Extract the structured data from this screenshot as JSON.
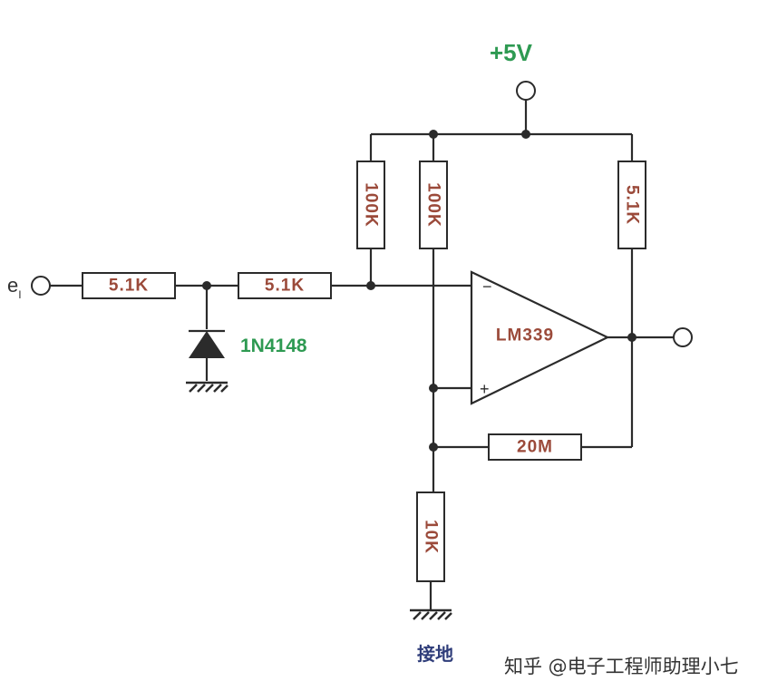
{
  "supply": {
    "label": "+5V"
  },
  "input": {
    "label": "e",
    "subscript": "I"
  },
  "resistors": {
    "r_in1": "5.1K",
    "r_in2": "5.1K",
    "r_pull1": "100K",
    "r_pull2": "100K",
    "r_out_pull": "5.1K",
    "r_feedback": "20M",
    "r_ground": "10K"
  },
  "diode": {
    "label": "1N4148"
  },
  "comparator": {
    "label": "LM339",
    "minus": "−",
    "plus": "+"
  },
  "ground_label": "接地",
  "watermark": "知乎 @电子工程师助理小七",
  "colors": {
    "green_label": "#2e9a52",
    "resistor_text": "#9b4a3a",
    "ground_text": "#2f3d7a"
  }
}
